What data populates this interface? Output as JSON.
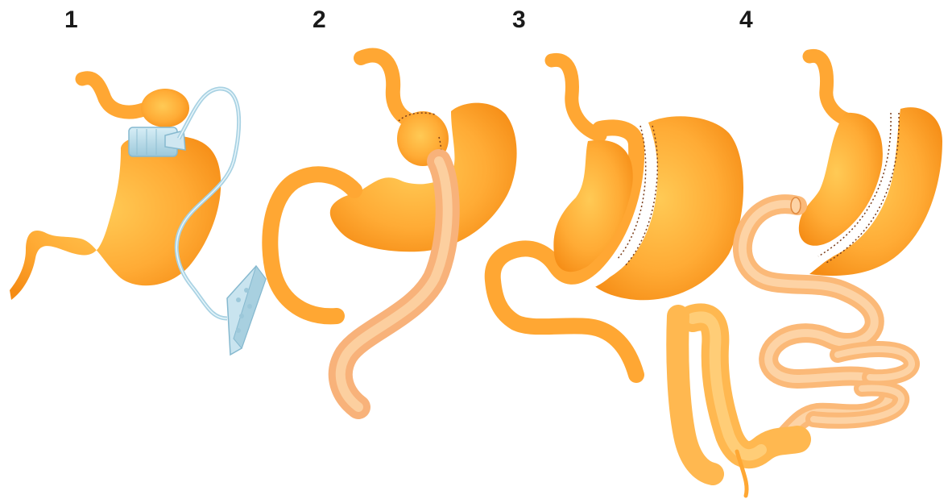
{
  "panels": [
    {
      "label": "1"
    },
    {
      "label": "2"
    },
    {
      "label": "3"
    },
    {
      "label": "4"
    }
  ],
  "colors": {
    "stomach": "#ffa733",
    "stomach_dark": "#f08a12",
    "stomach_light": "#ffc24d",
    "band": "#b9dbe8",
    "band_dark": "#7fb4cc",
    "intestine": "#fbbb7f",
    "intestine_light": "#fdd0a0",
    "suture": "#7a3d1a"
  }
}
